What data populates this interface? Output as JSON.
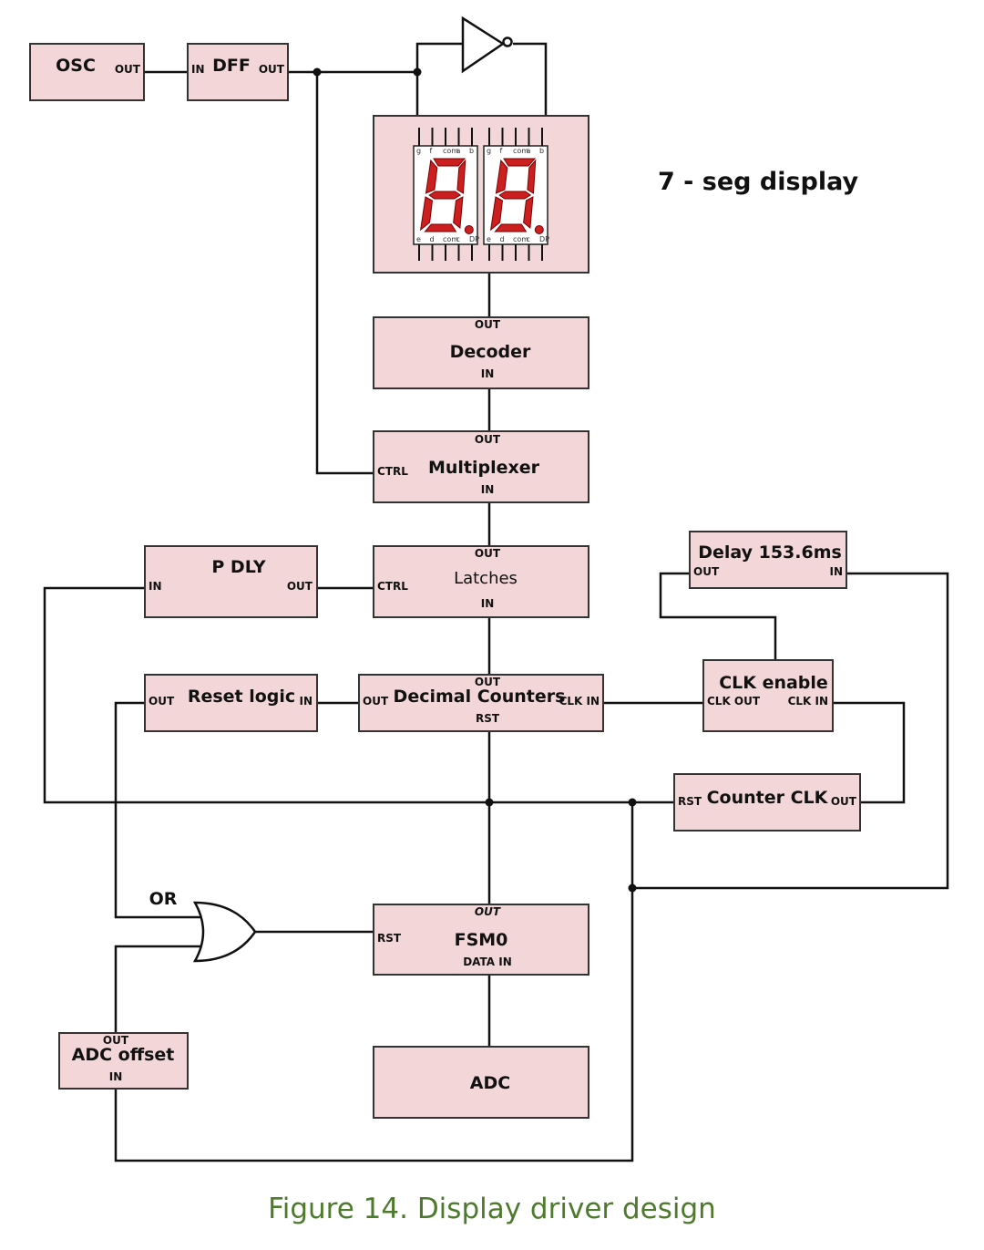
{
  "caption": "Figure 14. Display driver design",
  "display_label": "7 - seg display",
  "blocks": {
    "osc": {
      "name": "OSC",
      "out": "OUT"
    },
    "dff": {
      "name": "DFF",
      "in": "IN",
      "out": "OUT"
    },
    "decoder": {
      "name": "Decoder",
      "out": "OUT",
      "in": "IN"
    },
    "multiplexer": {
      "name": "Multiplexer",
      "out": "OUT",
      "in": "IN",
      "ctrl": "CTRL"
    },
    "latches": {
      "name": "Latches",
      "out": "OUT",
      "in": "IN",
      "ctrl": "CTRL"
    },
    "pdly": {
      "name": "P DLY",
      "in": "IN",
      "out": "OUT"
    },
    "delay": {
      "name": "Delay 153.6ms",
      "out": "OUT",
      "in": "IN"
    },
    "clk_enable": {
      "name": "CLK enable",
      "clk_out": "CLK OUT",
      "clk_in": "CLK IN"
    },
    "reset_logic": {
      "name": "Reset logic",
      "out": "OUT",
      "in": "IN"
    },
    "decimal_counters": {
      "name": "Decimal Counters",
      "out_top": "OUT",
      "out_left": "OUT",
      "clk_in": "CLK IN",
      "rst": "RST"
    },
    "counter_clk": {
      "name": "Counter CLK",
      "rst": "RST",
      "out": "OUT"
    },
    "fsm0": {
      "name": "FSM0",
      "out": "OUT",
      "rst": "RST",
      "data_in": "DATA IN"
    },
    "adc": {
      "name": "ADC"
    },
    "adc_offset": {
      "name": "ADC offset",
      "out": "OUT",
      "in": "IN"
    }
  },
  "or_gate_label": "OR",
  "seg_pins": {
    "top": [
      "g",
      "f",
      "com",
      "a",
      "b"
    ],
    "bottom": [
      "e",
      "d",
      "com",
      "c",
      "DP"
    ]
  }
}
